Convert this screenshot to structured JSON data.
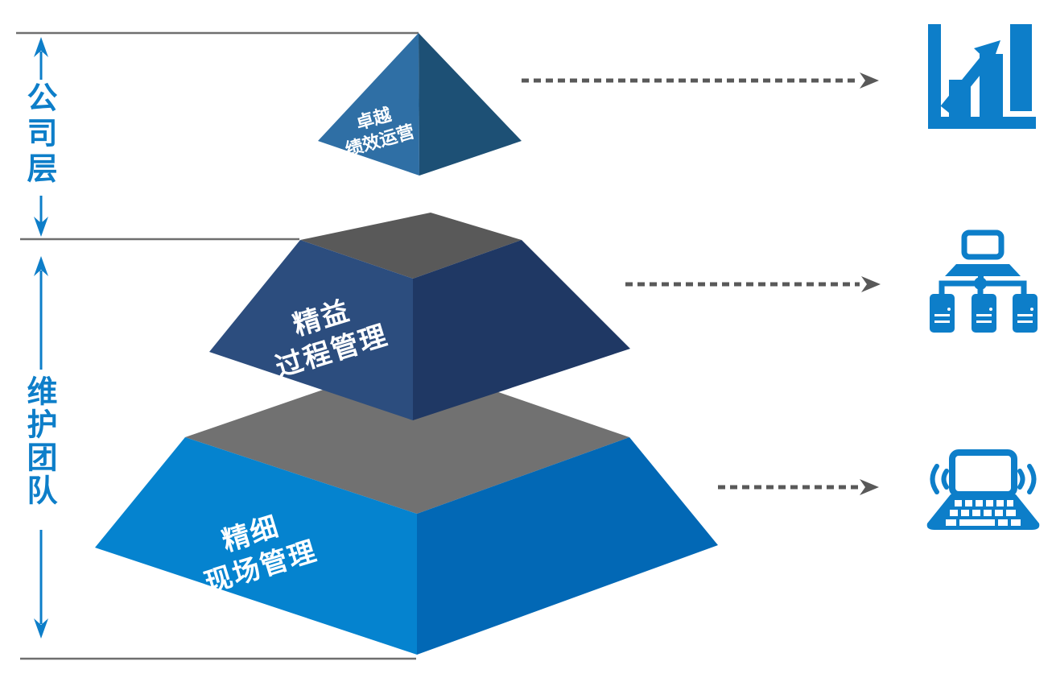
{
  "left_rail": {
    "top": {
      "label": "公司层"
    },
    "bottom": {
      "label": "维护团队"
    }
  },
  "pyramid": {
    "tiers": [
      {
        "name": "top",
        "line1": "卓越",
        "line2": "绩效运营"
      },
      {
        "name": "middle",
        "line1": "精益",
        "line2": "过程管理"
      },
      {
        "name": "bottom",
        "line1": "精细",
        "line2": "现场管理"
      }
    ]
  },
  "icons": [
    {
      "name": "growth-bar-chart-icon"
    },
    {
      "name": "network-terminals-icon"
    },
    {
      "name": "wireless-laptop-icon"
    }
  ],
  "colors": {
    "accent_blue": "#0d7ec9",
    "guide_line_gray": "#6f6f6f",
    "dashed_arrow_gray": "#595959",
    "tier_top_left_face": "#2f6fa5",
    "tier_top_right_face": "#1d5075",
    "tier_middle_left_face": "#2c4d7e",
    "tier_middle_right_face": "#1f3864",
    "tier_middle_top_face": "#595959",
    "tier_bottom_left_face": "#0583cf",
    "tier_bottom_right_face": "#0268b5",
    "tier_bottom_top_face": "#717171",
    "face_label_color": "#ffffff"
  }
}
